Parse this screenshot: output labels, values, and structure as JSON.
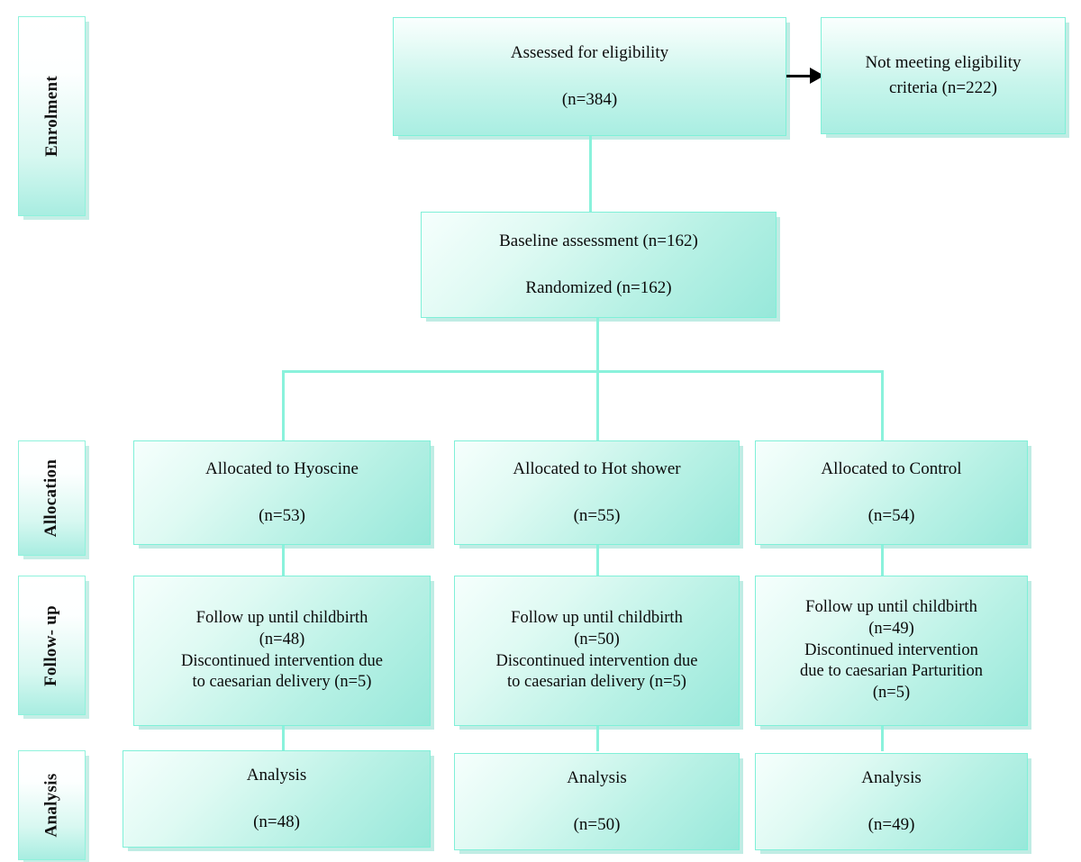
{
  "diagram": {
    "title": "CONSORT participant flow diagram",
    "accent_color": "#8AF2DC",
    "box_fill_light": "#FAFFFE",
    "box_fill_dark": "#A9EEE2",
    "arrow_color": "#000000"
  },
  "stages": [
    {
      "label": "Enrolment"
    },
    {
      "label": "Allocation"
    },
    {
      "label": "Follow- up"
    },
    {
      "label": "Analysis"
    }
  ],
  "stage_marker": ".",
  "nodes": {
    "assessed": {
      "line1": "Assessed for eligibility",
      "line2": "(n=384)"
    },
    "excluded": {
      "line1": "Not meeting eligibility",
      "line2": "criteria (n=222)"
    },
    "baseline": {
      "line1": "Baseline assessment (n=162)",
      "line2": "Randomized (n=162)"
    },
    "allocation": [
      {
        "line1": "Allocated to Hyoscine",
        "line2": "(n=53)"
      },
      {
        "line1": "Allocated to Hot shower",
        "line2": "(n=55)"
      },
      {
        "line1": "Allocated to Control",
        "line2": "(n=54)"
      }
    ],
    "followup": [
      {
        "line1": "Follow up until childbirth",
        "line2": "(n=48)",
        "line3": "Discontinued intervention due",
        "line4": "to caesarian delivery (n=5)",
        "line5": ""
      },
      {
        "line1": "Follow up until childbirth",
        "line2": "(n=50)",
        "line3": "Discontinued intervention due",
        "line4": "to caesarian delivery (n=5)",
        "line5": ""
      },
      {
        "line1": "Follow up until childbirth",
        "line2": "(n=49)",
        "line3": "Discontinued intervention",
        "line4": "due to caesarian Parturition",
        "line5": "(n=5)"
      }
    ],
    "analysis": [
      {
        "line1": "Analysis",
        "line2": "(n=48)"
      },
      {
        "line1": "Analysis",
        "line2": "(n=50)"
      },
      {
        "line1": "Analysis",
        "line2": "(n=49)"
      }
    ]
  },
  "chart_data": {
    "type": "diagram",
    "title": "CONSORT flow diagram",
    "flow": [
      {
        "stage": "Enrolment",
        "node": "Assessed for eligibility",
        "n": 384
      },
      {
        "stage": "Enrolment",
        "node": "Not meeting eligibility criteria",
        "n": 222
      },
      {
        "stage": "Enrolment",
        "node": "Baseline assessment",
        "n": 162
      },
      {
        "stage": "Enrolment",
        "node": "Randomized",
        "n": 162
      },
      {
        "stage": "Allocation",
        "node": "Allocated to Hyoscine",
        "n": 53
      },
      {
        "stage": "Allocation",
        "node": "Allocated to Hot shower",
        "n": 55
      },
      {
        "stage": "Allocation",
        "node": "Allocated to Control",
        "n": 54
      },
      {
        "stage": "Follow- up",
        "node": "Follow up until childbirth (Hyoscine)",
        "n": 48
      },
      {
        "stage": "Follow- up",
        "node": "Discontinued intervention due to caesarian delivery (Hyoscine)",
        "n": 5
      },
      {
        "stage": "Follow- up",
        "node": "Follow up until childbirth (Hot shower)",
        "n": 50
      },
      {
        "stage": "Follow- up",
        "node": "Discontinued intervention due to caesarian delivery (Hot shower)",
        "n": 5
      },
      {
        "stage": "Follow- up",
        "node": "Follow up until childbirth (Control)",
        "n": 49
      },
      {
        "stage": "Follow- up",
        "node": "Discontinued intervention due to caesarian Parturition (Control)",
        "n": 5
      },
      {
        "stage": "Analysis",
        "node": "Analysis (Hyoscine)",
        "n": 48
      },
      {
        "stage": "Analysis",
        "node": "Analysis (Hot shower)",
        "n": 50
      },
      {
        "stage": "Analysis",
        "node": "Analysis (Control)",
        "n": 49
      }
    ]
  }
}
